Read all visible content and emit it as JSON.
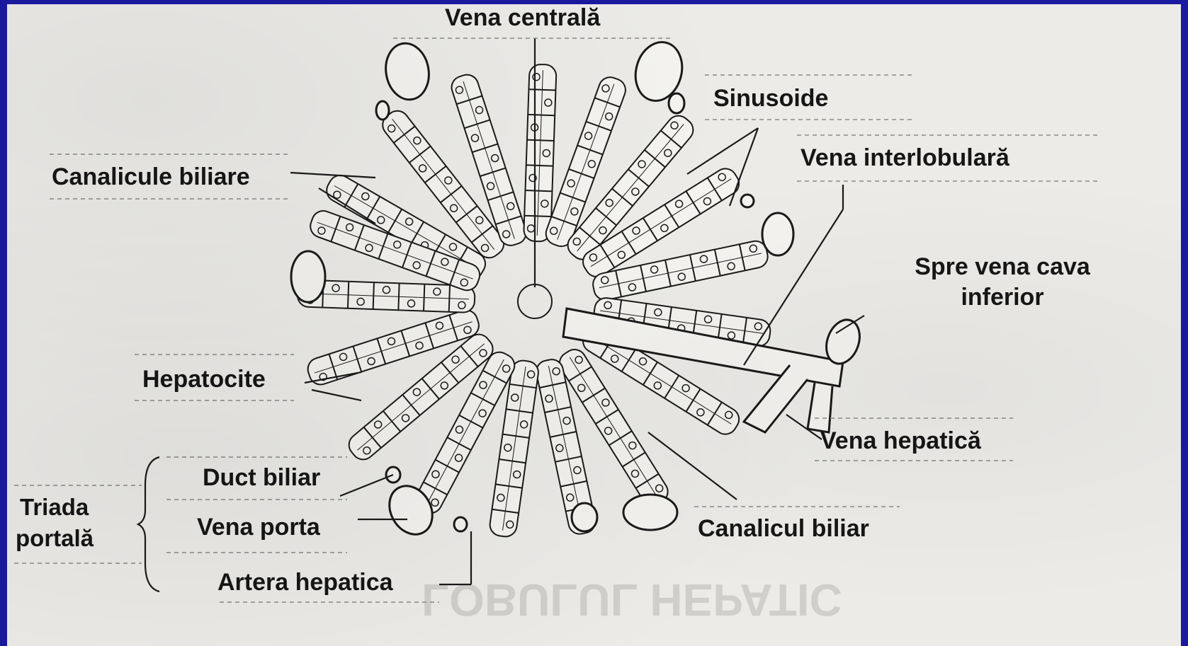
{
  "labels": {
    "vena_centrala": "Vena centrală",
    "sinusoide": "Sinusoide",
    "vena_interlobulara": "Vena interlobulară",
    "spre_vena_cava_line1": "Spre vena cava",
    "spre_vena_cava_line2": "inferior",
    "canalicule_biliare": "Canalicule biliare",
    "hepatocite": "Hepatocite",
    "vena_hepatica": "Vena hepatică",
    "duct_biliar": "Duct biliar",
    "vena_porta": "Vena porta",
    "triada_line1": "Triada",
    "triada_line2": "portală",
    "canalicul_biliar": "Canalicul biliar",
    "artera_hepatica": "Artera hepatica"
  },
  "colors": {
    "frame": "#1a1aa0",
    "paper": "#ecebe8",
    "ink": "#161616"
  }
}
